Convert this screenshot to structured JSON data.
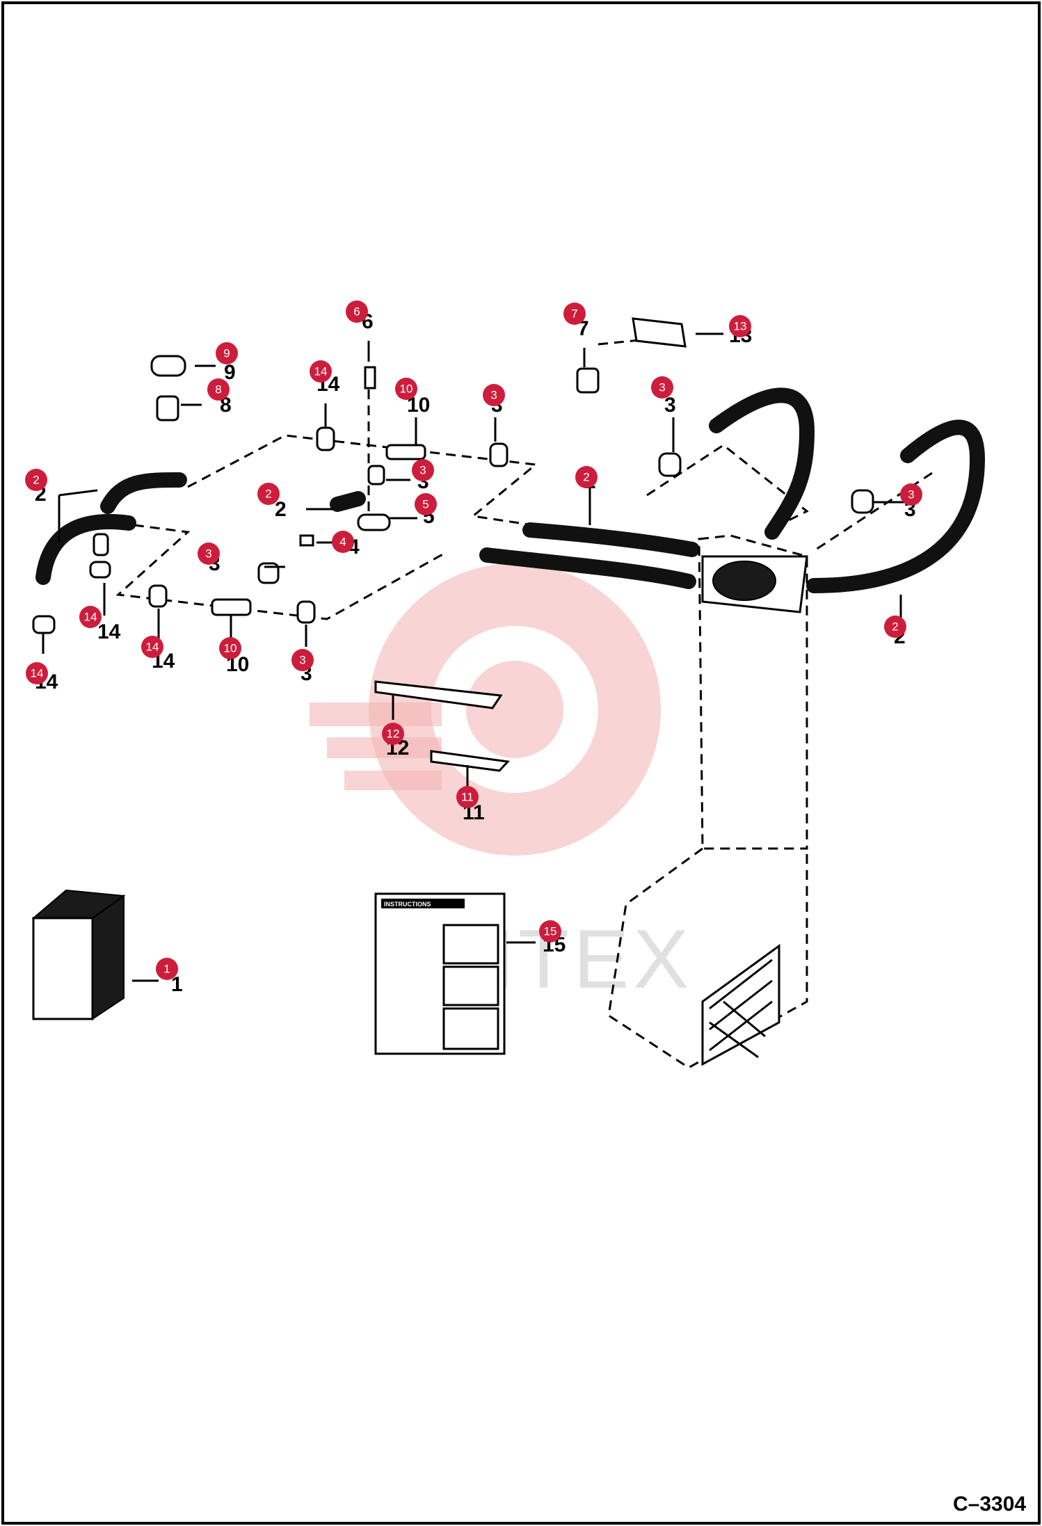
{
  "figure_code": "C–3304",
  "watermark_text": "ИНТЕХ",
  "instruction_sheet_title": "INSTRUCTIONS",
  "callout_color": "#cc1e3c",
  "callouts": [
    {
      "label": "1"
    },
    {
      "label": "2"
    },
    {
      "label": "2"
    },
    {
      "label": "2"
    },
    {
      "label": "2"
    },
    {
      "label": "3"
    },
    {
      "label": "3"
    },
    {
      "label": "3"
    },
    {
      "label": "3"
    },
    {
      "label": "3"
    },
    {
      "label": "3"
    },
    {
      "label": "4"
    },
    {
      "label": "5"
    },
    {
      "label": "6"
    },
    {
      "label": "7"
    },
    {
      "label": "8"
    },
    {
      "label": "9"
    },
    {
      "label": "10"
    },
    {
      "label": "10"
    },
    {
      "label": "11"
    },
    {
      "label": "12"
    },
    {
      "label": "13"
    },
    {
      "label": "14"
    },
    {
      "label": "14"
    },
    {
      "label": "14"
    },
    {
      "label": "14"
    },
    {
      "label": "15"
    }
  ]
}
